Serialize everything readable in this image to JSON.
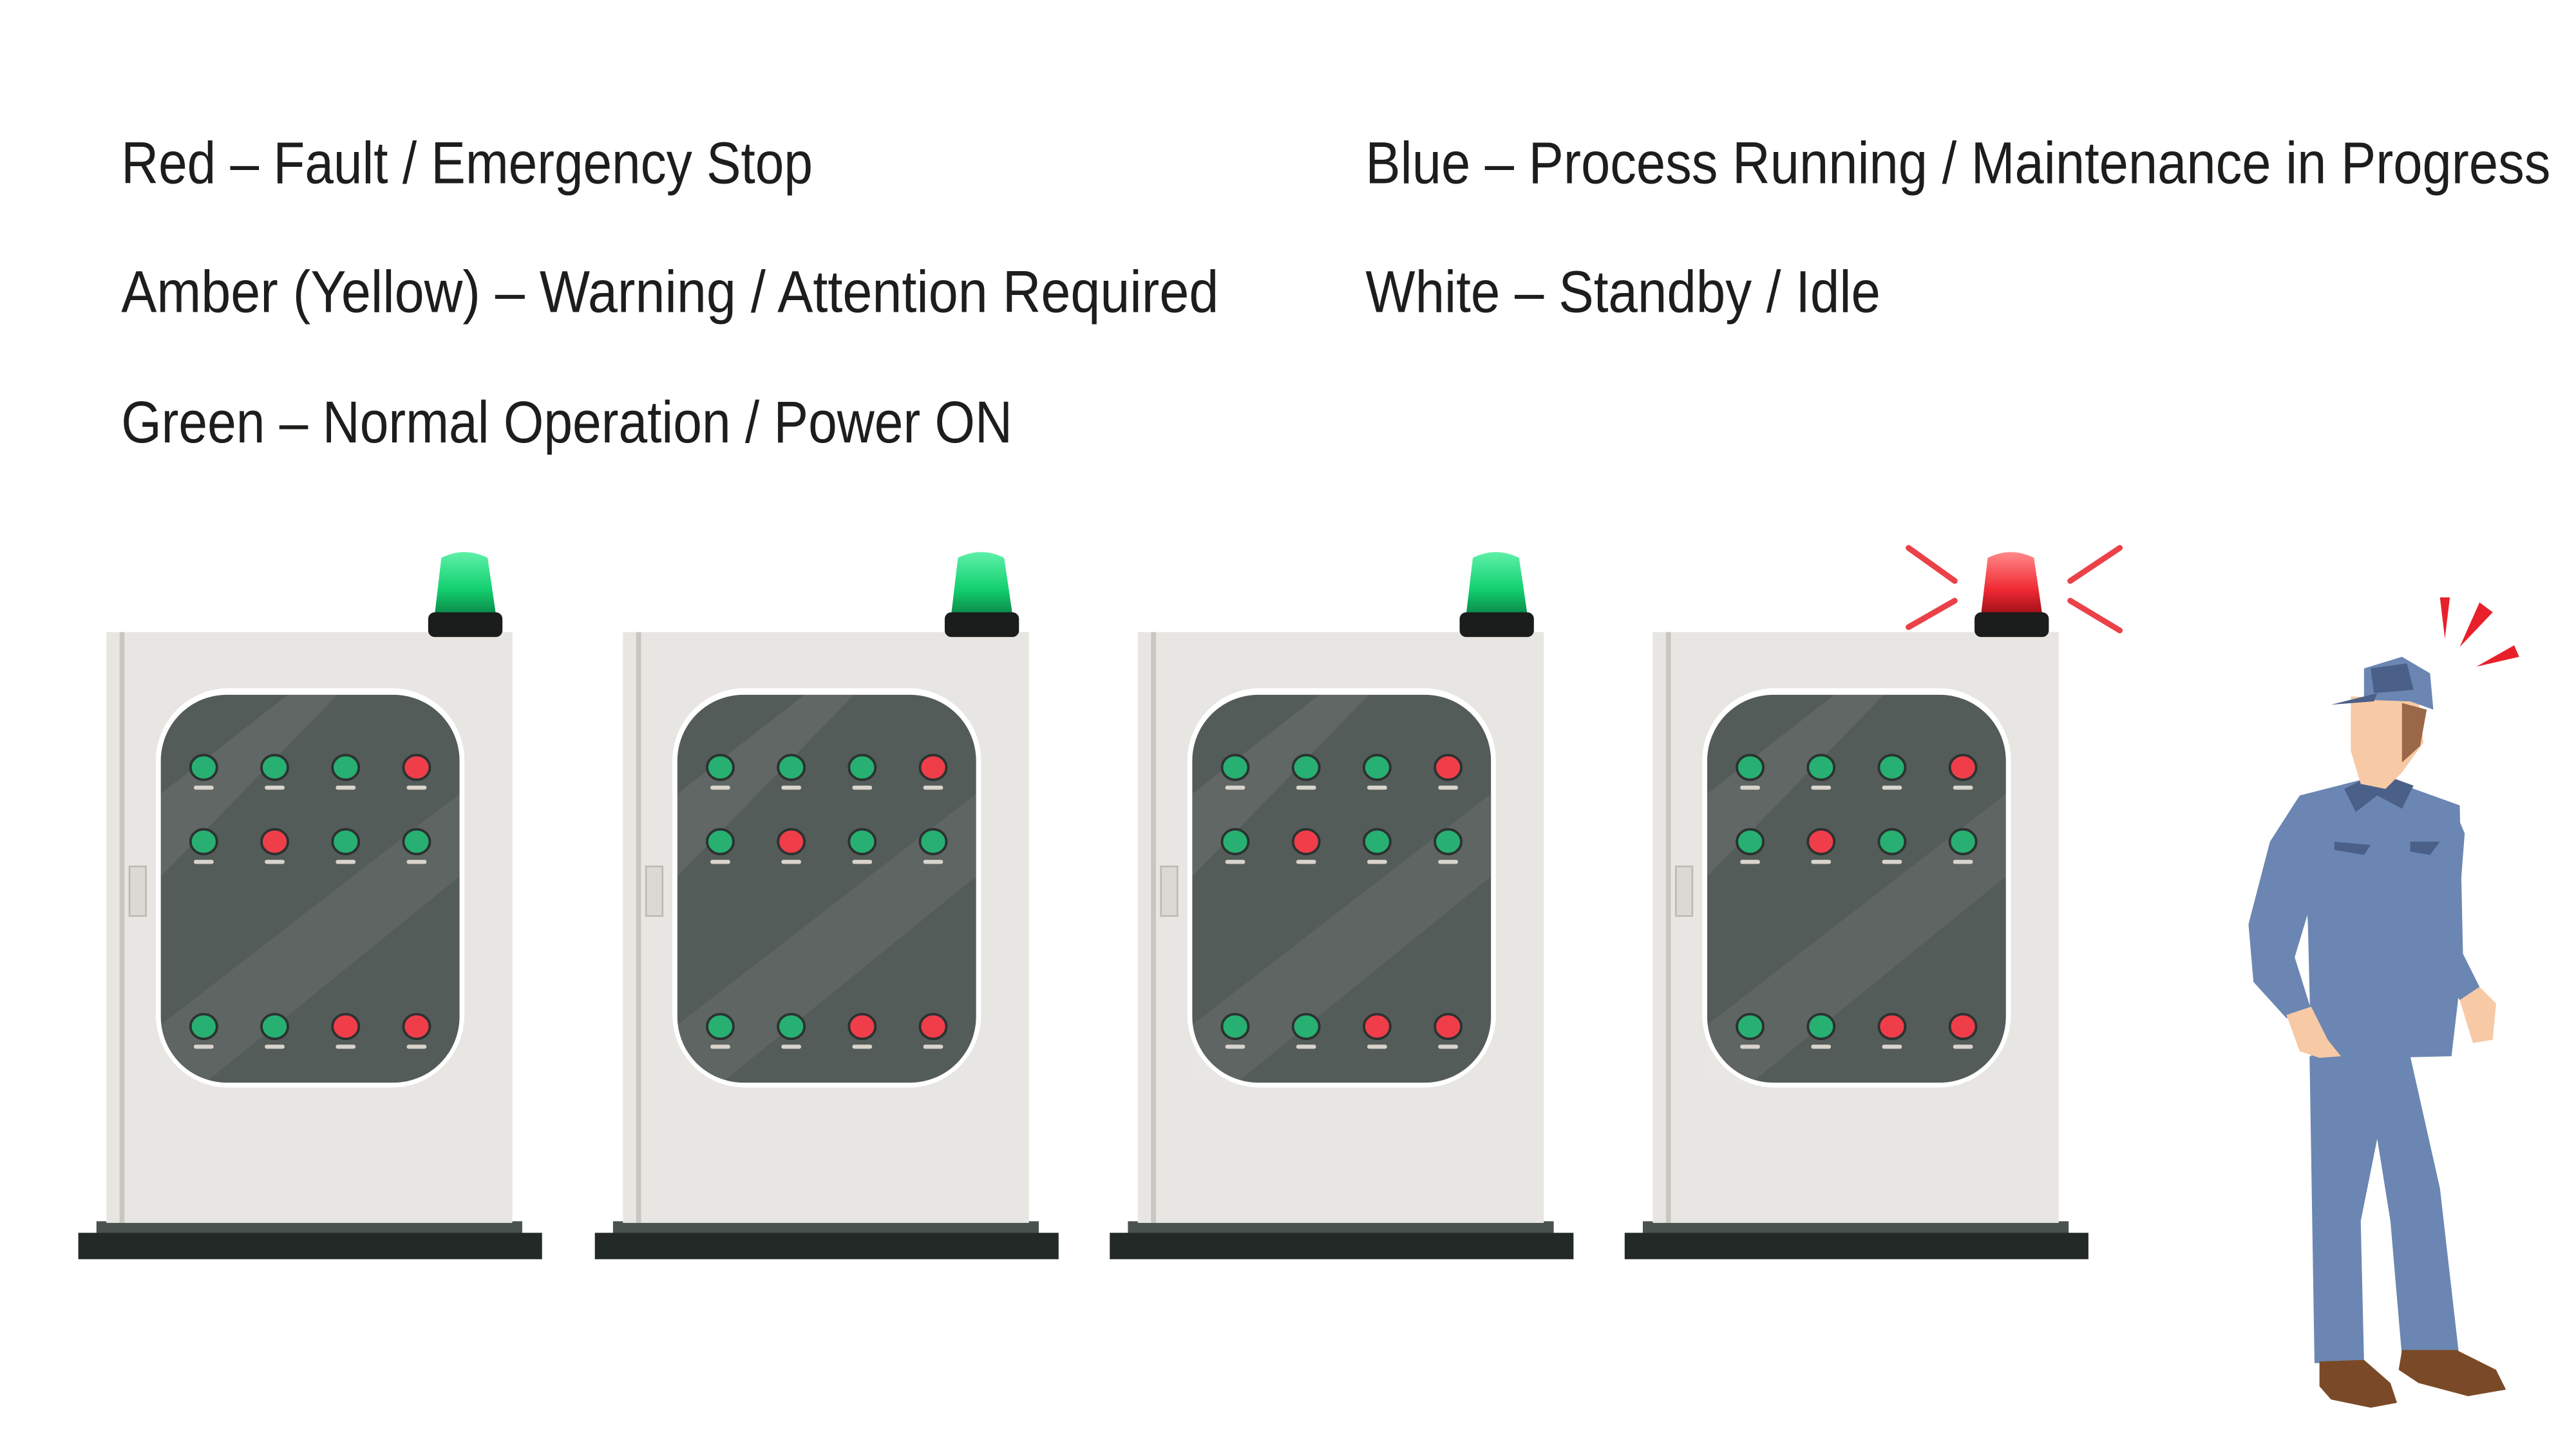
{
  "legend": [
    {
      "text": "Red – Fault / Emergency Stop"
    },
    {
      "text": "Amber (Yellow) – Warning / Attention Required"
    },
    {
      "text": "Green – Normal Operation / Power ON"
    },
    {
      "text": "Blue – Process Running / Maintenance in Progress"
    },
    {
      "text": "White – Standby / Idle"
    }
  ],
  "colors": {
    "green_led": "#27b072",
    "red_led": "#ef3e4a",
    "panel": "#e8e6e2",
    "window": "#545c5a",
    "base": "#232927",
    "plinth": "#4a5250",
    "beacon_green": "#1fd47a",
    "beacon_red": "#f0303a",
    "uniform": "#6b86b2",
    "uniform_dark": "#4a6088",
    "skin": "#f7c9a5",
    "shoe": "#7a4a28",
    "alert": "#e8202a"
  },
  "cabinets": [
    {
      "beacon": "green",
      "alarm": false,
      "leds": [
        [
          "g",
          "g",
          "g",
          "r"
        ],
        [
          "g",
          "r",
          "g",
          "g"
        ],
        [
          "g",
          "g",
          "r",
          "r"
        ]
      ]
    },
    {
      "beacon": "green",
      "alarm": false,
      "leds": [
        [
          "g",
          "g",
          "g",
          "r"
        ],
        [
          "g",
          "r",
          "g",
          "g"
        ],
        [
          "g",
          "g",
          "r",
          "r"
        ]
      ]
    },
    {
      "beacon": "green",
      "alarm": false,
      "leds": [
        [
          "g",
          "g",
          "g",
          "r"
        ],
        [
          "g",
          "r",
          "g",
          "g"
        ],
        [
          "g",
          "g",
          "r",
          "r"
        ]
      ]
    },
    {
      "beacon": "red",
      "alarm": true,
      "leds": [
        [
          "g",
          "g",
          "g",
          "r"
        ],
        [
          "g",
          "r",
          "g",
          "g"
        ],
        [
          "g",
          "g",
          "r",
          "r"
        ]
      ]
    }
  ]
}
